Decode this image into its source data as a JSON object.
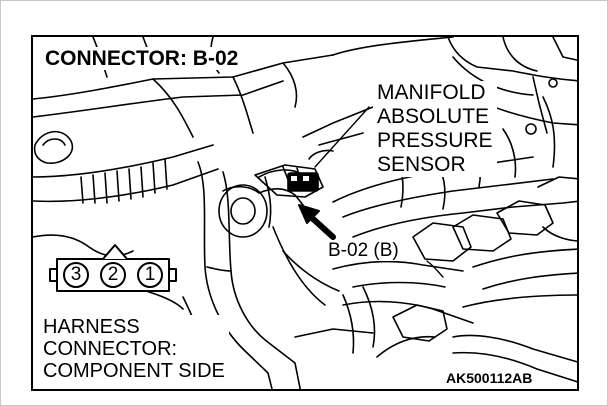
{
  "diagram": {
    "title": "CONNECTOR: B-02",
    "sensor_label": [
      "MANIFOLD",
      "ABSOLUTE",
      "PRESSURE",
      "SENSOR"
    ],
    "connector_code": "B-02 (B)",
    "harness_label": [
      "HARNESS",
      "CONNECTOR:",
      "COMPONENT SIDE"
    ],
    "reference_code": "AK500112AB",
    "pins": [
      "3",
      "2",
      "1"
    ]
  },
  "colors": {
    "line": "#000000",
    "background": "#ffffff",
    "frame": "#c8c8c8"
  },
  "icons": {
    "arrow": "pointer-arrow-icon",
    "connector": "harness-connector-icon"
  }
}
